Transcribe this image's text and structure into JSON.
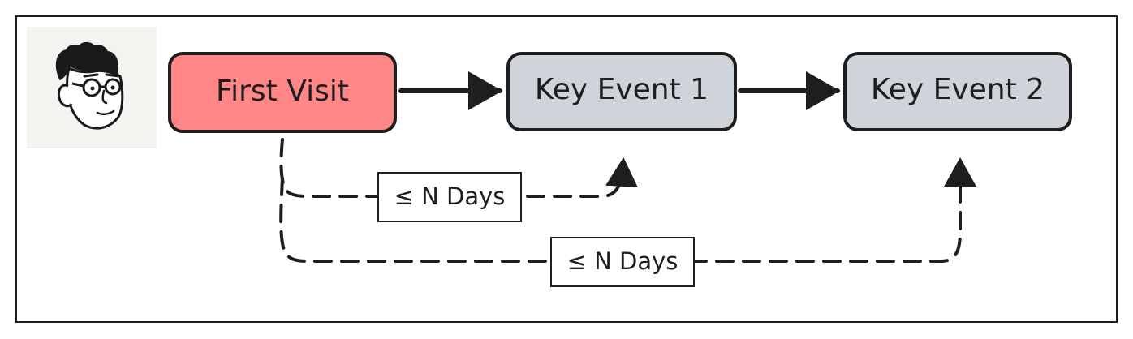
{
  "diagram": {
    "nodes": {
      "first_visit": {
        "label": "First Visit",
        "fill": "#ff8787"
      },
      "key_event_1": {
        "label": "Key Event 1",
        "fill": "#ced4da"
      },
      "key_event_2": {
        "label": "Key Event 2",
        "fill": "#ced4da"
      }
    },
    "conditions": {
      "to_event_1": {
        "label": "≤ N Days"
      },
      "to_event_2": {
        "label": "≤ N Days"
      }
    },
    "colors": {
      "stroke": "#1e1e1e",
      "avatar_bg": "#f5f3ef"
    },
    "icons": {
      "user": "user-avatar-icon"
    }
  }
}
